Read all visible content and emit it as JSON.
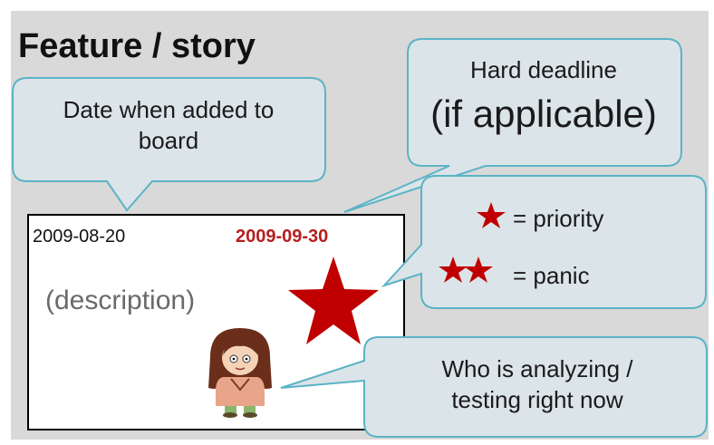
{
  "title": "Feature / story",
  "callouts": {
    "date_added": {
      "line1": "Date when added to",
      "line2": "board"
    },
    "hard_deadline": {
      "line1": "Hard deadline",
      "line2": "(if applicable)"
    },
    "who": {
      "line1": "Who is analyzing /",
      "line2": "testing right now"
    }
  },
  "card": {
    "date_added": "2009-08-20",
    "deadline": "2009-09-30",
    "description": "(description)"
  },
  "legend": {
    "priority_label": "= priority",
    "panic_label": "= panic"
  },
  "colors": {
    "panel": "#d9d9d9",
    "callout_fill": "#dbe4e8",
    "callout_stroke": "#5bb3c6",
    "star": "#c00000",
    "deadline_text": "#b51f1f"
  }
}
